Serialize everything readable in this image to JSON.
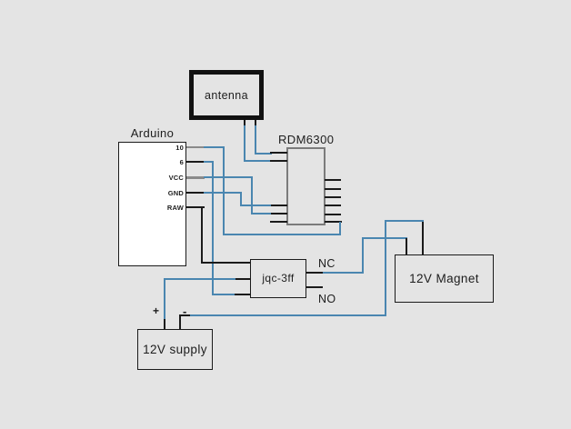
{
  "colors": {
    "background": "#e4e4e4",
    "wire_blue": "#4a86b0",
    "wire_black": "#1a1a1a",
    "stub_gray": "#8a8a8a",
    "rdm_border": "#7b7b7b",
    "arduino_fill": "#ffffff"
  },
  "antenna": {
    "label": "antenna"
  },
  "arduino": {
    "label": "Arduino",
    "pins": [
      {
        "label": "10"
      },
      {
        "label": "6"
      },
      {
        "label": "VCC"
      },
      {
        "label": "GND"
      },
      {
        "label": "RAW"
      }
    ]
  },
  "rdm6300": {
    "label": "RDM6300"
  },
  "relay": {
    "label": "jqc-3ff",
    "nc_label": "NC",
    "no_label": "NO"
  },
  "magnet": {
    "label": "12V Magnet"
  },
  "supply": {
    "label": "12V supply",
    "plus_label": "+",
    "minus_label": "-"
  },
  "connections": [
    {
      "from": "antenna",
      "to": "RDM6300 upper-left pin 1",
      "color": "blue"
    },
    {
      "from": "antenna",
      "to": "RDM6300 upper-left pin 2",
      "color": "blue"
    },
    {
      "from": "Arduino pin 10",
      "to": "RDM6300 bottom-right pin",
      "color": "blue"
    },
    {
      "from": "Arduino pin 6",
      "to": "jqc-3ff lower-left pin",
      "color": "blue"
    },
    {
      "from": "Arduino VCC",
      "to": "RDM6300 lower-left pin 2",
      "color": "blue"
    },
    {
      "from": "Arduino GND",
      "to": "RDM6300 lower-left pin 1",
      "color": "blue"
    },
    {
      "from": "Arduino RAW",
      "to": "jqc-3ff upper-left pin",
      "color": "black"
    },
    {
      "from": "12V supply +",
      "to": "jqc-3ff middle-left pin",
      "color": "blue"
    },
    {
      "from": "jqc-3ff NC",
      "to": "12V Magnet left pin",
      "color": "blue"
    },
    {
      "from": "12V supply -",
      "to": "12V Magnet right pin",
      "color": "blue"
    }
  ]
}
